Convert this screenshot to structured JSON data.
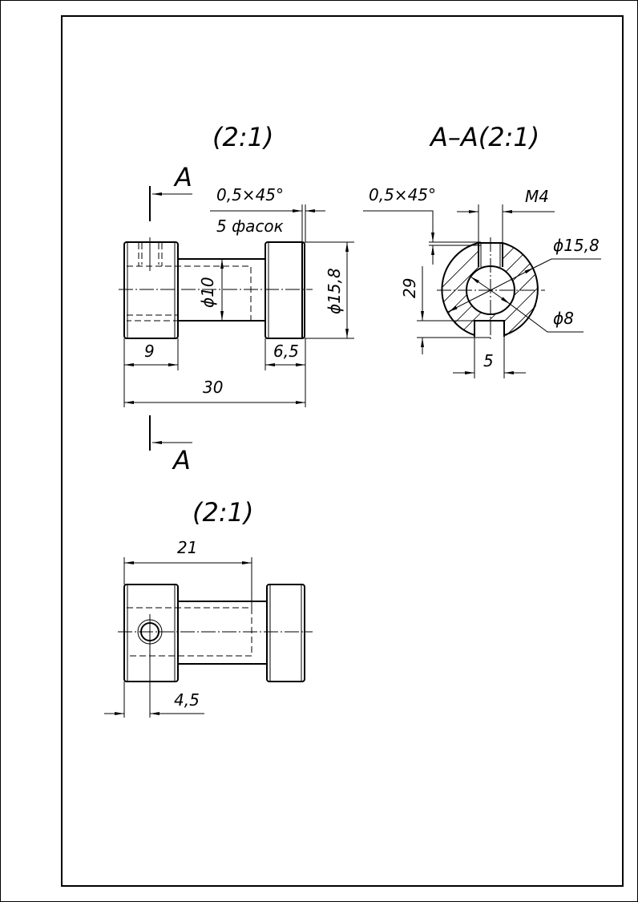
{
  "views": {
    "main_view": {
      "scale_title": "(2:1)",
      "section_letter_top": "A",
      "section_letter_bottom": "A",
      "chamfer": "0,5×45°",
      "chamfer_count": "5 фасок",
      "dim_shaft_diameter": "ϕ10",
      "dim_hub_diameter": "ϕ15,8",
      "dim_left_hub_length": "9",
      "dim_right_hub_length": "6,5",
      "dim_total_length": "30"
    },
    "section_view": {
      "title": "A–A(2:1)",
      "chamfer": "0,5×45°",
      "thread": "M4",
      "dim_outer_diameter": "ϕ15,8",
      "dim_inner_diameter": "ϕ8",
      "dim_height": "29",
      "dim_slot_width": "5"
    },
    "top_view": {
      "scale_title": "(2:1)",
      "dim_bore_depth": "21",
      "dim_hole_position": "4,5"
    }
  }
}
